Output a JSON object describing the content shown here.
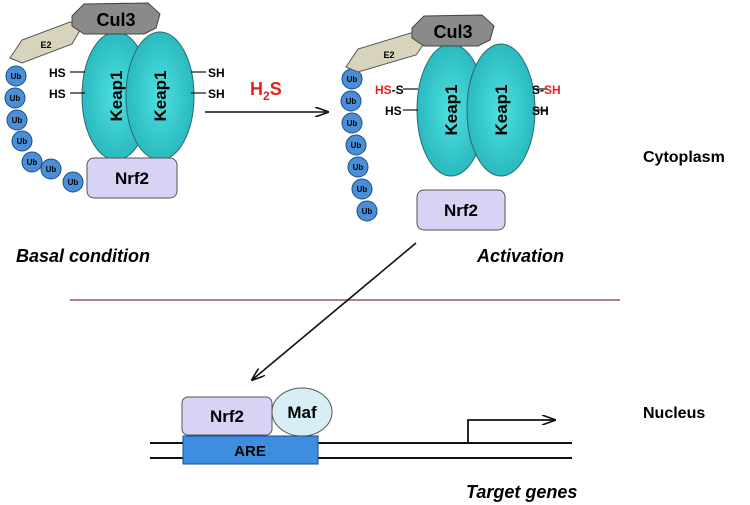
{
  "labels": {
    "cul3": "Cul3",
    "e2": "E2",
    "ub": "Ub",
    "keap1": "Keap1",
    "nrf2": "Nrf2",
    "maf": "Maf",
    "are": "ARE",
    "hs": "HS",
    "sh": "SH",
    "hs_s": "HS-S",
    "hs_part": "HS",
    "s_part": "-S",
    "s_sh": "S-SH",
    "s_dash": "S-",
    "sh_part": "SH",
    "h2s_h": "H",
    "h2s_sub": "2",
    "h2s_s": "S",
    "cytoplasm": "Cytoplasm",
    "nucleus": "Nucleus",
    "basal": "Basal condition",
    "activation": "Activation",
    "target_genes": "Target genes"
  },
  "colors": {
    "cul3": "#8a8a8a",
    "e2": "#d8d4bc",
    "ub": "#4a8fd6",
    "keap1": "#33c7c7",
    "nrf2": "#d8d2f4",
    "maf": "#d6eef4",
    "are": "#3d8ee0",
    "red": "#e62020",
    "divider": "#a0506a"
  }
}
